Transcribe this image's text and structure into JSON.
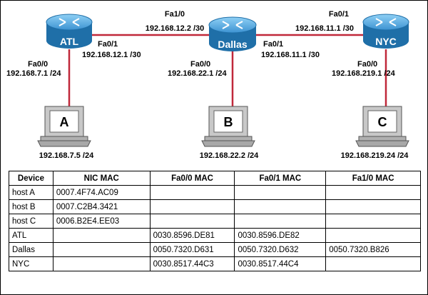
{
  "routers": [
    {
      "id": "atl",
      "name": "ATL"
    },
    {
      "id": "dallas",
      "name": "Dallas"
    },
    {
      "id": "nyc",
      "name": "NYC"
    }
  ],
  "hosts": [
    {
      "id": "a",
      "letter": "A",
      "ip": "192.168.7.5 /24"
    },
    {
      "id": "b",
      "letter": "B",
      "ip": "192.168.22.2 /24"
    },
    {
      "id": "c",
      "letter": "C",
      "ip": "192.168.219.24 /24"
    }
  ],
  "interfaces": {
    "atl_fa00": {
      "name": "Fa0/0",
      "ip": "192.168.7.1 /24"
    },
    "atl_fa01": {
      "name": "Fa0/1",
      "ip": "192.168.12.1 /30"
    },
    "dallas_fa10": {
      "name": "Fa1/0",
      "ip": "192.168.12.2 /30"
    },
    "dallas_fa00": {
      "name": "Fa0/0",
      "ip": "192.168.22.1 /24"
    },
    "dallas_fa01": {
      "name": "Fa0/1",
      "ip": "192.168.11.1 /30"
    },
    "nyc_fa01": {
      "name": "Fa0/1",
      "ip": "192.168.11.1 /30"
    },
    "nyc_fa00": {
      "name": "Fa0/0",
      "ip": "192.168.219.1 /24"
    }
  },
  "colors": {
    "router_light": "#5fb3e6",
    "router_dark": "#1f6fa8",
    "link": "#c0283a",
    "computer_body": "#c8c8c8",
    "computer_screen": "#ffffff"
  },
  "table": {
    "headers": [
      "Device",
      "NIC MAC",
      "Fa0/0 MAC",
      "Fa0/1 MAC",
      "Fa1/0 MAC"
    ],
    "rows": [
      [
        "host A",
        "0007.4F74.AC09",
        "",
        "",
        ""
      ],
      [
        "host B",
        "0007.C2B4.3421",
        "",
        "",
        ""
      ],
      [
        "host C",
        "0006.B2E4.EE03",
        "",
        "",
        ""
      ],
      [
        "ATL",
        "",
        "0030.8596.DE81",
        "0030.8596.DE82",
        ""
      ],
      [
        "Dallas",
        "",
        "0050.7320.D631",
        "0050.7320.D632",
        "0050.7320.B826"
      ],
      [
        "NYC",
        "",
        "0030.8517.44C3",
        "0030.8517.44C4",
        ""
      ]
    ]
  }
}
